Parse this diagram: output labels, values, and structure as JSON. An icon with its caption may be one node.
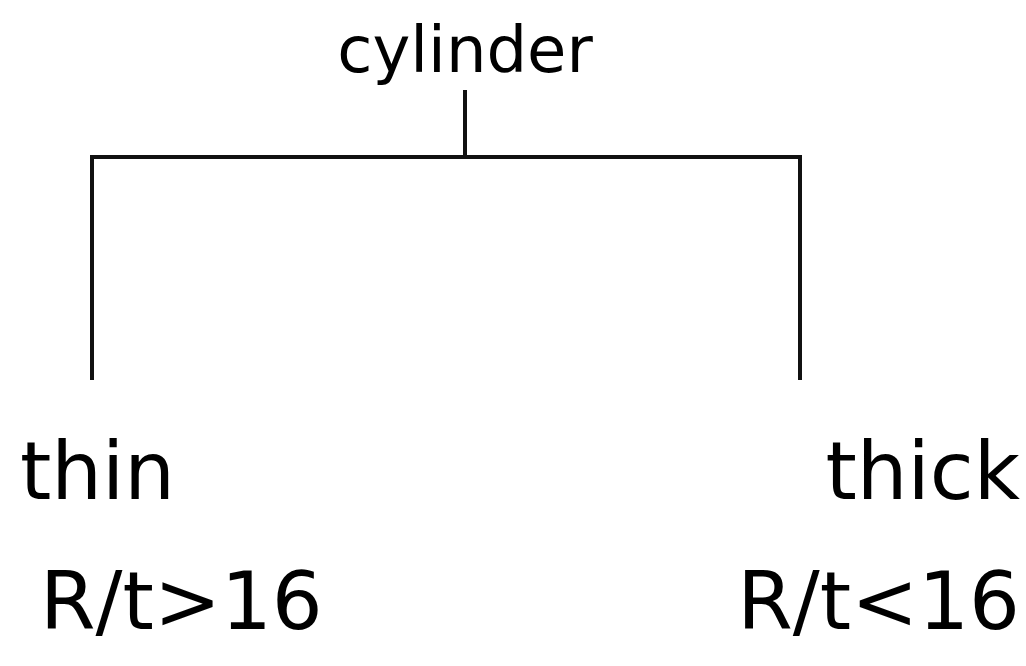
{
  "diagram": {
    "nodes": [
      {
        "text": [
          "cylinder"
        ]
      },
      {
        "text": [
          "thin",
          "R/t>16"
        ]
      },
      {
        "text": [
          "thick",
          "R/t<16"
        ]
      }
    ],
    "edges": [
      {
        "from": 0,
        "to": 1,
        "arrow": "none"
      },
      {
        "from": 0,
        "to": 2,
        "arrow": "none"
      }
    ]
  }
}
